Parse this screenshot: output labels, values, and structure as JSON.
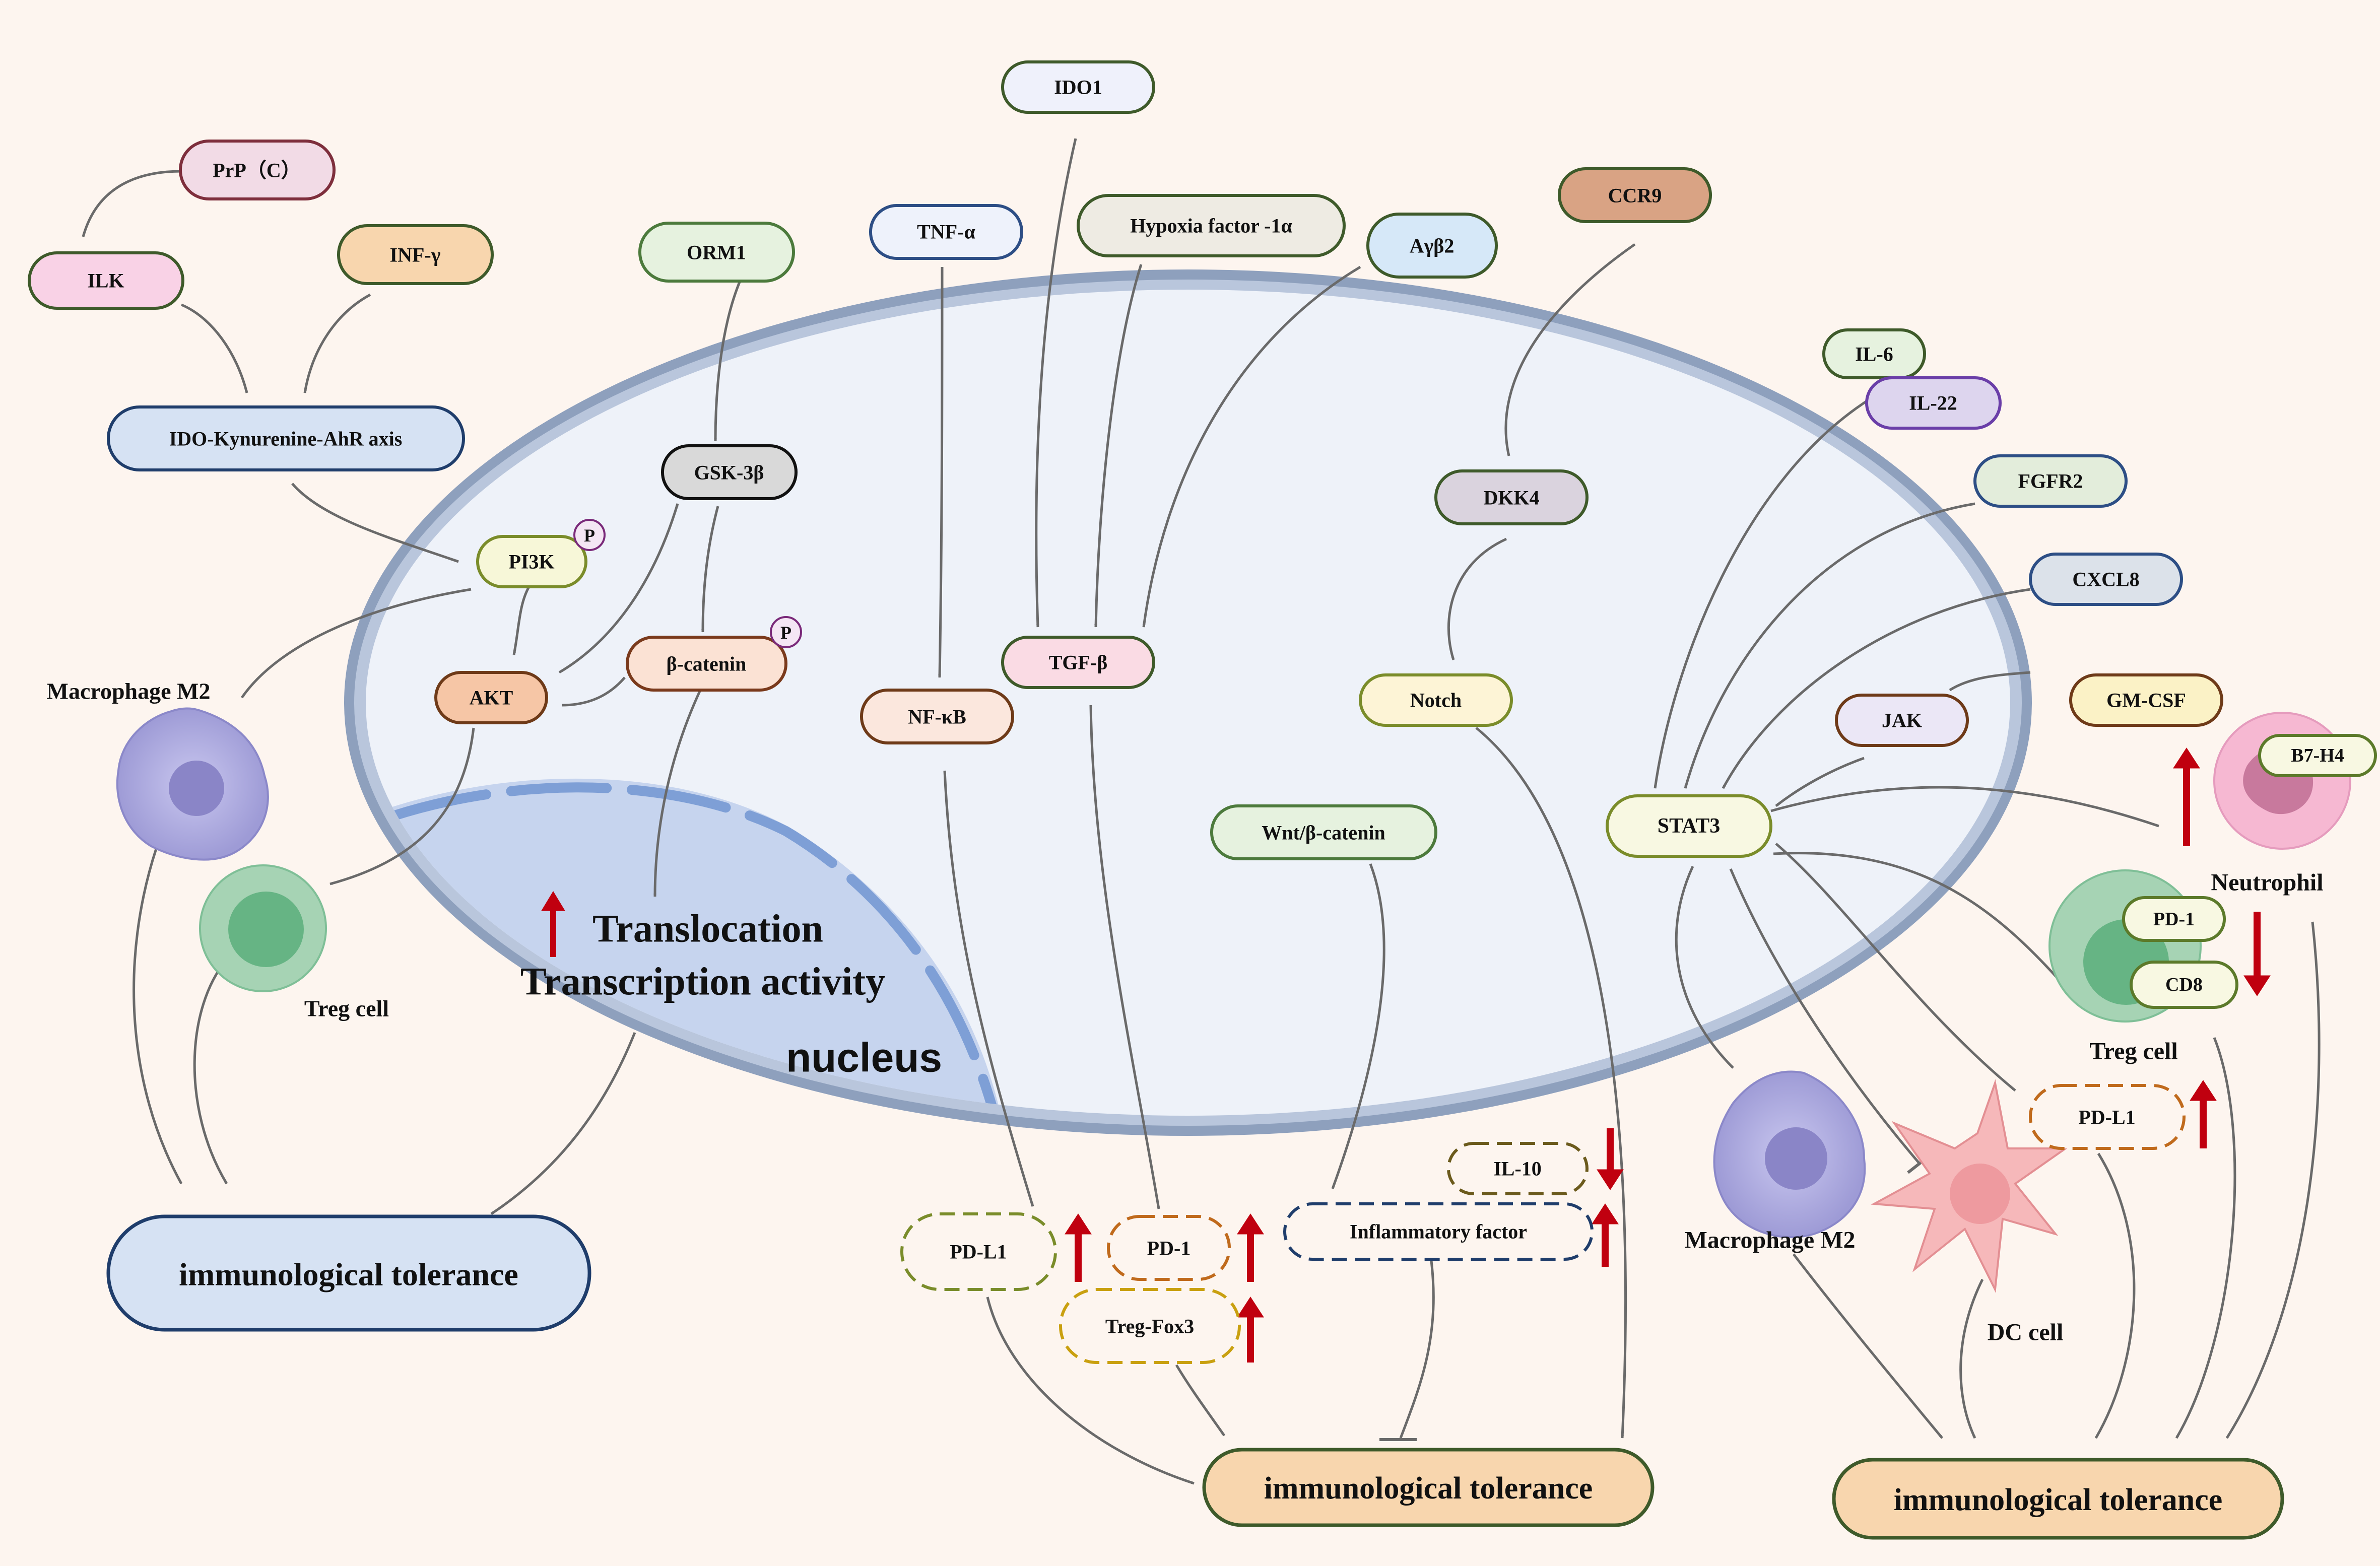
{
  "nodes": {
    "prp": "PrP（C）",
    "ilk": "ILK",
    "inf": "INF-γ",
    "ido_axis": "IDO-Kynurenine-AhR axis",
    "orm1": "ORM1",
    "gsk": "GSK-3β",
    "pi3k": "PI3K",
    "akt": "AKT",
    "bcat": "β-catenin",
    "tnf": "TNF-α",
    "nfkb": "NF-κB",
    "ido1": "IDO1",
    "hif": "Hypoxia factor -1α",
    "ayb2": "Aγβ2",
    "tgfb": "TGF-β",
    "ccr9": "CCR9",
    "dkk4": "DKK4",
    "notch": "Notch",
    "wnt": "Wnt/β-catenin",
    "il6": "IL-6",
    "il22": "IL-22",
    "fgfr2": "FGFR2",
    "cxcl8": "CXCL8",
    "jak": "JAK",
    "gmcsf": "GM-CSF",
    "stat3": "STAT3",
    "b7h4": "B7-H4",
    "pd1_r": "PD-1",
    "cd8": "CD8",
    "pdl1_r": "PD-L1",
    "pdl1_c": "PD-L1",
    "pd1_c": "PD-1",
    "tregfox3": "Treg-Fox3",
    "il10": "IL-10",
    "inflam": "Inflammatory factor",
    "tol_left": "immunological tolerance",
    "tol_mid": "immunological tolerance",
    "tol_right": "immunological tolerance"
  },
  "labels": {
    "phos1": "P",
    "phos2": "P",
    "macro_left": "Macrophage M2",
    "treg_left": "Treg cell",
    "translocation": "Translocation",
    "transcription": "Transcription activity",
    "nucleus": "nucleus",
    "neutrophil": "Neutrophil",
    "treg_right": "Treg cell",
    "macro_right": "Macrophage M2",
    "dc": "DC cell"
  },
  "colors": {
    "background": "#fdf5ef",
    "cell_membrane": "#8ea0bd",
    "cytoplasm": "#eef2f9",
    "nucleus": "#c6d4ee",
    "up_arrow": "#c0000f",
    "arrow": "#6a6a6a"
  }
}
